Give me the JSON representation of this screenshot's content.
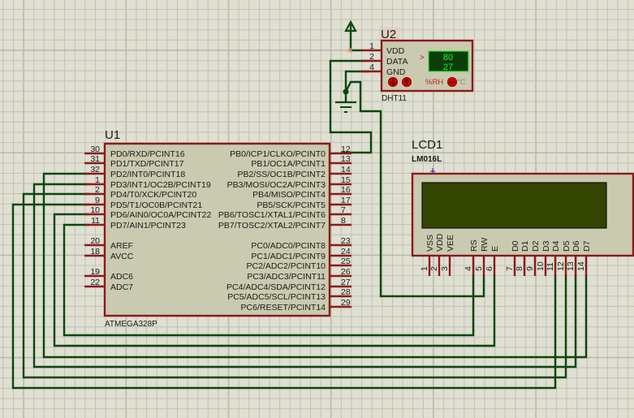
{
  "title": "ATmega328P + DHT11 + LM016L LCD schematic",
  "colors": {
    "background": "#dfdfd2",
    "grid": "#c3c3b6",
    "grid_major": "#b9b9ac",
    "wire": "#0b470b",
    "pin": "#8b1a1a",
    "body": "#cacab0",
    "lcd_screen": "#334500",
    "dht_display_bg": "#0b3d0b",
    "dht_display_text": "#2eea2e",
    "dht_button": "#d40000"
  },
  "u1": {
    "ref": "U1",
    "part": "ATMEGA328P",
    "left_pins": [
      {
        "num": "30",
        "label": "PD0/RXD/PCINT16"
      },
      {
        "num": "31",
        "label": "PD1/TXD/PCINT17"
      },
      {
        "num": "32",
        "label": "PD2/INT0/PCINT18"
      },
      {
        "num": "1",
        "label": "PD3/INT1/OC2B/PCINT19"
      },
      {
        "num": "2",
        "label": "PD4/T0/XCK/PCINT20"
      },
      {
        "num": "9",
        "label": "PD5/T1/OC0B/PCINT21"
      },
      {
        "num": "10",
        "label": "PD6/AIN0/OC0A/PCINT22"
      },
      {
        "num": "11",
        "label": "PD7/AIN1/PCINT23"
      },
      {
        "num": "20",
        "label": "AREF"
      },
      {
        "num": "18",
        "label": "AVCC"
      },
      {
        "num": "19",
        "label": "ADC6"
      },
      {
        "num": "22",
        "label": "ADC7"
      }
    ],
    "right_pins": [
      {
        "num": "12",
        "label": "PB0/ICP1/CLKO/PCINT0"
      },
      {
        "num": "13",
        "label": "PB1/OC1A/PCINT1"
      },
      {
        "num": "14",
        "label": "PB2/SS/OC1B/PCINT2"
      },
      {
        "num": "15",
        "label": "PB3/MOSI/OC2A/PCINT3"
      },
      {
        "num": "16",
        "label": "PB4/MISO/PCINT4"
      },
      {
        "num": "17",
        "label": "PB5/SCK/PCINT5"
      },
      {
        "num": "7",
        "label": "PB6/TOSC1/XTAL1/PCINT6"
      },
      {
        "num": "8",
        "label": "PB7/TOSC2/XTAL2/PCINT7"
      },
      {
        "num": "23",
        "label": "PC0/ADC0/PCINT8"
      },
      {
        "num": "24",
        "label": "PC1/ADC1/PCINT9"
      },
      {
        "num": "25",
        "label": "PC2/ADC2/PCINT10"
      },
      {
        "num": "26",
        "label": "PC3/ADC3/PCINT11"
      },
      {
        "num": "27",
        "label": "PC4/ADC4/SDA/PCINT12"
      },
      {
        "num": "28",
        "label": "PC5/ADC5/SCL/PCINT13"
      },
      {
        "num": "29",
        "label": "PC6/RESET/PCINT14"
      }
    ]
  },
  "u2": {
    "ref": "U2",
    "part": "DHT11",
    "pins": [
      {
        "num": "1",
        "label": "VDD"
      },
      {
        "num": "2",
        "label": "DATA"
      },
      {
        "num": "4",
        "label": "GND"
      }
    ],
    "display": {
      "indicator": ">",
      "humidity": "80",
      "temperature": "27",
      "humidity_unit": "%RH",
      "temperature_unit": "°C"
    },
    "buttons": [
      "decrease-button",
      "increase-button",
      "toggle-unit-button"
    ]
  },
  "lcd1": {
    "ref": "LCD1",
    "part": "LM016L",
    "pins": [
      {
        "num": "1",
        "label": "VSS"
      },
      {
        "num": "2",
        "label": "VDD"
      },
      {
        "num": "3",
        "label": "VEE"
      },
      {
        "num": "4",
        "label": "RS"
      },
      {
        "num": "5",
        "label": "RW"
      },
      {
        "num": "6",
        "label": "E"
      },
      {
        "num": "7",
        "label": "D0"
      },
      {
        "num": "8",
        "label": "D1"
      },
      {
        "num": "9",
        "label": "D2"
      },
      {
        "num": "10",
        "label": "D3"
      },
      {
        "num": "11",
        "label": "D4"
      },
      {
        "num": "12",
        "label": "D5"
      },
      {
        "num": "13",
        "label": "D6"
      },
      {
        "num": "14",
        "label": "D7"
      }
    ]
  },
  "connections": [
    {
      "from": "U1.11 PD7",
      "to": "LCD1.4 RS"
    },
    {
      "from": "U1.10 PD6",
      "to": "LCD1.6 E"
    },
    {
      "from": "U1.32 PD2",
      "to": "LCD1.14 D7"
    },
    {
      "from": "U1.1 PD3",
      "to": "LCD1.13 D6"
    },
    {
      "from": "U1.2 PD4",
      "to": "LCD1.12 D5"
    },
    {
      "from": "U1.9 PD5",
      "to": "LCD1.11 D4"
    },
    {
      "from": "U1.12 PB0",
      "to": "U2.2 DATA"
    },
    {
      "from": "U2.4 GND",
      "to": "GROUND"
    },
    {
      "from": "GROUND",
      "to": "LCD1.5 RW"
    },
    {
      "from": "U2.1 VDD",
      "to": "POWER"
    }
  ]
}
